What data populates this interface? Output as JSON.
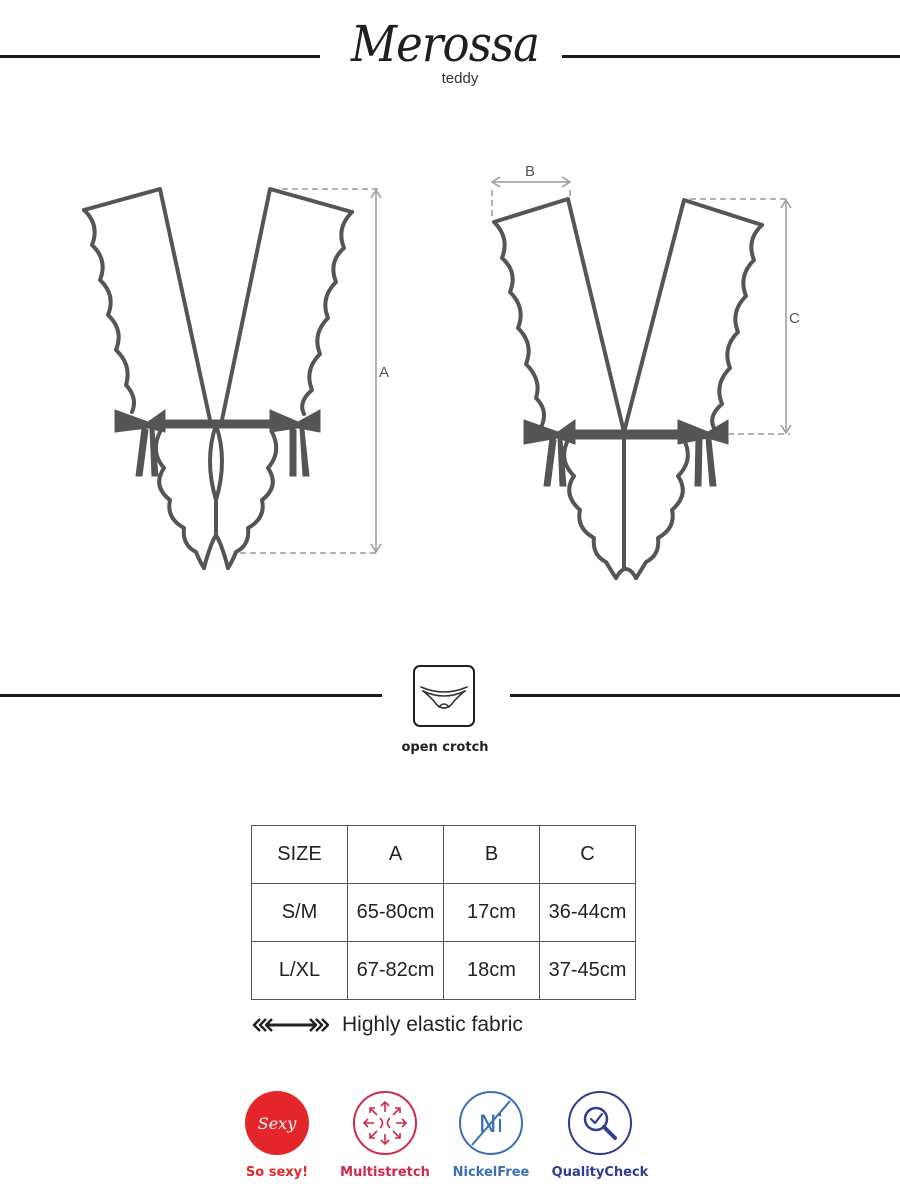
{
  "header": {
    "brand": "Merossa",
    "subtitle": "teddy"
  },
  "diagram": {
    "front_dimension": "A",
    "back_width_dimension": "B",
    "back_height_dimension": "C"
  },
  "feature": {
    "icon": "panty-icon",
    "label": "open crotch"
  },
  "size_table": {
    "headers": [
      "SIZE",
      "A",
      "B",
      "C"
    ],
    "rows": [
      [
        "S/M",
        "65-80cm",
        "17cm",
        "36-44cm"
      ],
      [
        "L/XL",
        "67-82cm",
        "18cm",
        "37-45cm"
      ]
    ]
  },
  "fabric": {
    "icon": "stretch-arrows-icon",
    "label": "Highly elastic fabric"
  },
  "badges": [
    {
      "icon_text": "Sexy",
      "label": "So sexy!",
      "color": "#e4262a"
    },
    {
      "icon_text": "",
      "label": "Multistretch",
      "color": "#d0294b"
    },
    {
      "icon_text": "Ni",
      "label": "NickelFree",
      "color": "#3a6fb5"
    },
    {
      "icon_text": "",
      "label": "QualityCheck",
      "color": "#2f3d8f"
    }
  ]
}
